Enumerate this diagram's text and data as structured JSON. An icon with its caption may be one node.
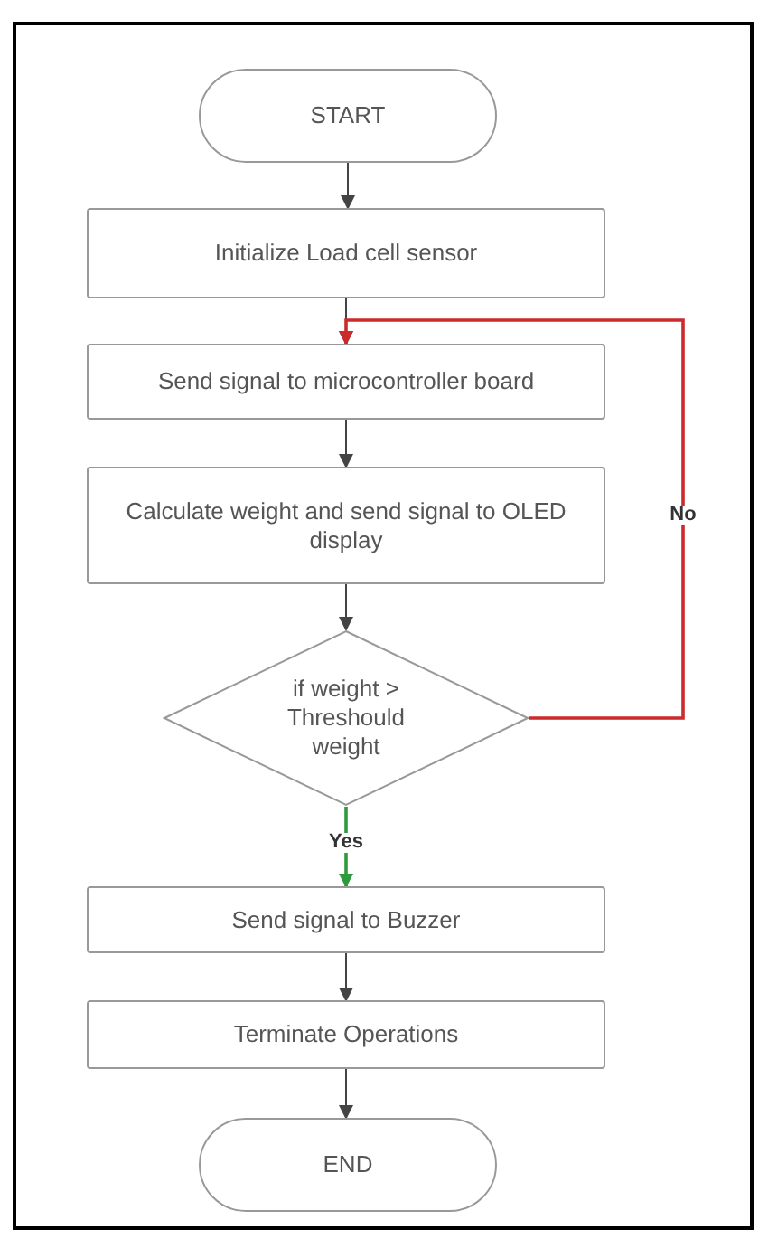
{
  "diagram": {
    "nodes": [
      {
        "text": [
          "START"
        ]
      },
      {
        "text": [
          "Initialize Load cell sensor"
        ]
      },
      {
        "text": [
          "Send signal to microcontroller board"
        ]
      },
      {
        "text": [
          "Calculate weight and send signal to OLED display"
        ]
      },
      {
        "text": [
          "if weight > Threshould weight"
        ]
      },
      {
        "text": [
          "Send signal to Buzzer"
        ]
      },
      {
        "text": [
          "Terminate Operations"
        ]
      },
      {
        "text": [
          "END"
        ]
      }
    ],
    "edges": [
      {
        "from": 0,
        "to": 1,
        "arrow": "to"
      },
      {
        "from": 1,
        "to": 2,
        "arrow": "to"
      },
      {
        "from": 2,
        "to": 3,
        "arrow": "to"
      },
      {
        "from": 3,
        "to": 4,
        "arrow": "to"
      },
      {
        "from": 4,
        "to": 2,
        "arrow": "to",
        "label": "No",
        "color": "#cc2b2b"
      },
      {
        "from": 4,
        "to": 5,
        "arrow": "to",
        "label": "Yes",
        "color": "#2e9a3c"
      },
      {
        "from": 5,
        "to": 6,
        "arrow": "to"
      },
      {
        "from": 6,
        "to": 7,
        "arrow": "to"
      }
    ]
  }
}
